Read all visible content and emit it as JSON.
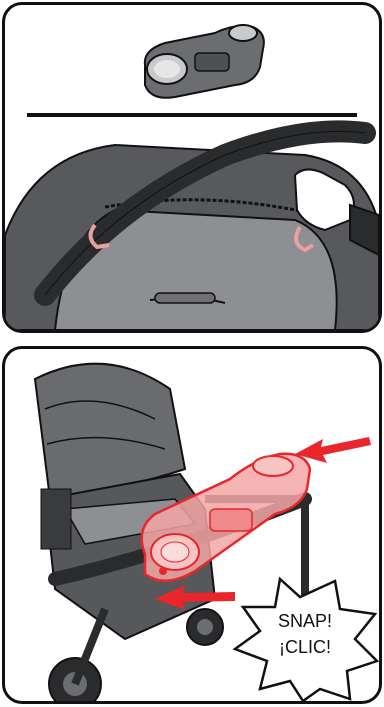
{
  "illustration": {
    "step1": {
      "product_icon": "snack-tray-icon",
      "scene": "stroller-canopy-attachment-loops"
    },
    "step2": {
      "scene": "stroller-with-tray-snapping-on",
      "callout": {
        "line1": "SNAP!",
        "line2": "¡CLIC!"
      },
      "arrow_color": "#e8262b",
      "highlight_color": "#f4a6a6"
    }
  }
}
